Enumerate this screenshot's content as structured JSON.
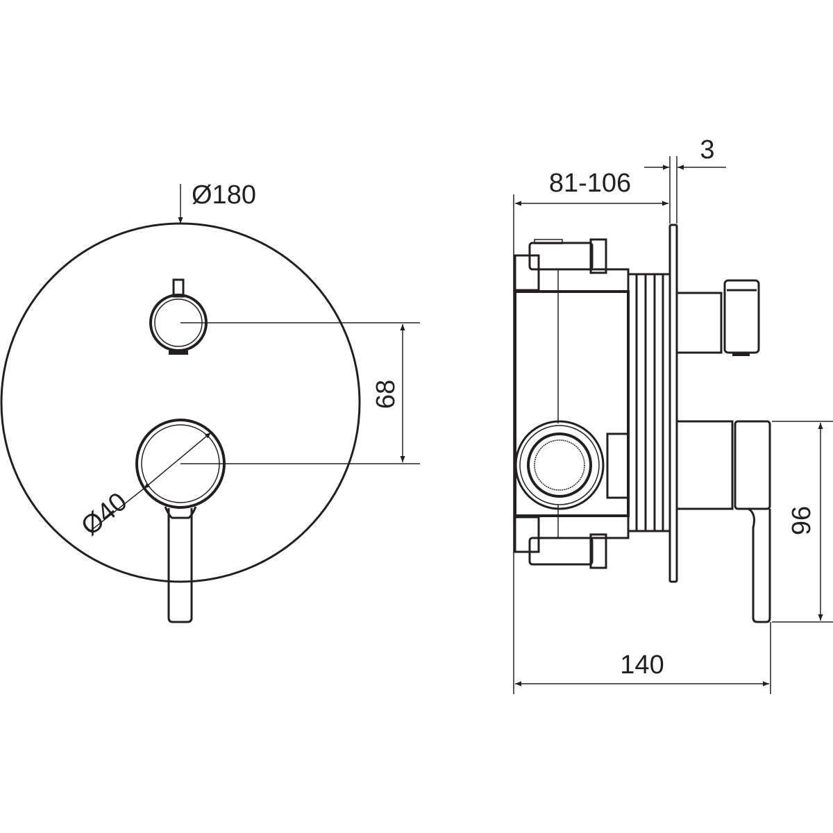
{
  "drawing": {
    "front_view": {
      "plate_diameter": "Ø180",
      "handle_diameter": "Ø40",
      "center_distance": "68"
    },
    "side_view": {
      "installation_depth": "81-106",
      "plate_thickness": "3",
      "overall_depth": "140",
      "handle_height": "96"
    },
    "line_color": "#231f20"
  }
}
